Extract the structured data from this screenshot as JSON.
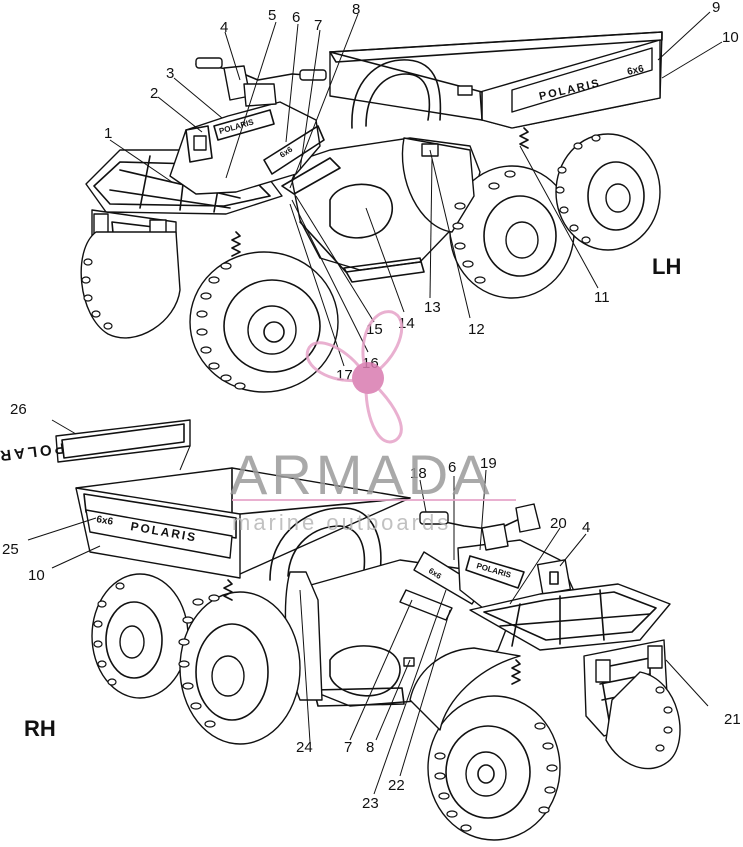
{
  "view_labels": {
    "left": "LH",
    "right": "RH"
  },
  "callouts_lh": [
    "1",
    "2",
    "3",
    "4",
    "5",
    "6",
    "7",
    "8",
    "9",
    "10",
    "11",
    "12",
    "13",
    "14",
    "15",
    "16",
    "17"
  ],
  "callouts_rh": [
    "26",
    "18",
    "6",
    "19",
    "20",
    "4",
    "25",
    "10",
    "21",
    "24",
    "7",
    "8",
    "22",
    "23"
  ],
  "decal_texts": {
    "bed_logo": "POLARIS",
    "bed_model": "6x6",
    "hood_logo": "POLARIS",
    "fender_model": "6x6",
    "mirror_decal": "POLARIS"
  },
  "watermark": {
    "name": "ARMADA",
    "tagline": "marine outboards",
    "accent_color": "#e6a3c8",
    "dot_color": "#d97bb0"
  }
}
